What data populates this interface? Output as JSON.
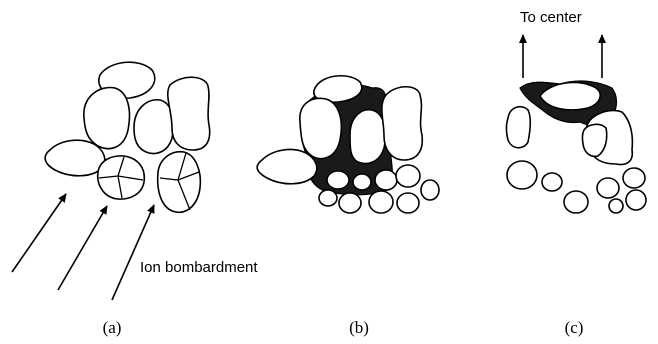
{
  "panels": [
    {
      "id": "a",
      "caption": "(a)"
    },
    {
      "id": "b",
      "caption": "(b)"
    },
    {
      "id": "c",
      "caption": "(c)"
    }
  ],
  "labels": {
    "ion_bombardment": "Ion bombardment",
    "to_center": "To center"
  }
}
